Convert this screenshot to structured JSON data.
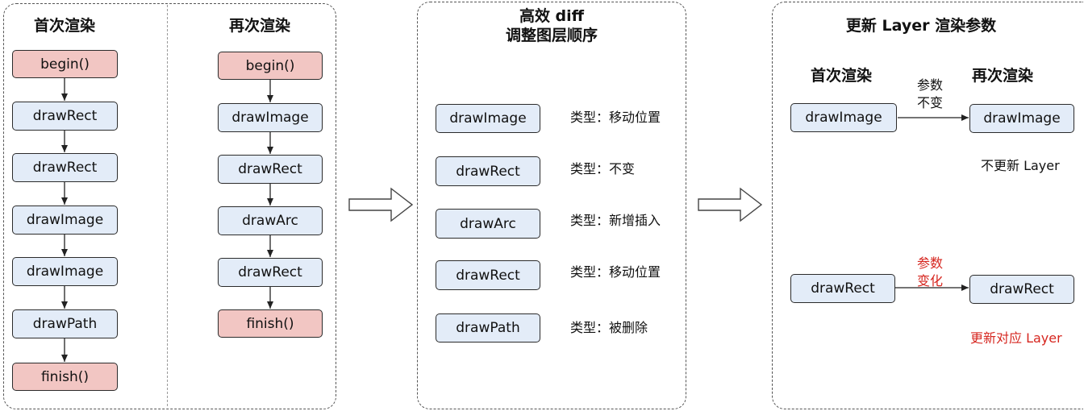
{
  "colors": {
    "box_fill": "#e3ecf8",
    "terminal_fill": "#f2c6c3",
    "highlight": "#d6261f"
  },
  "panel1": {
    "first_title": "首次渲染",
    "second_title": "再次渲染",
    "first_steps": [
      "begin()",
      "drawRect",
      "drawRect",
      "drawImage",
      "drawImage",
      "drawPath",
      "finish()"
    ],
    "second_steps": [
      "begin()",
      "drawImage",
      "drawRect",
      "drawArc",
      "drawRect",
      "finish()"
    ]
  },
  "panel2": {
    "title_line1": "高效 diff",
    "title_line2": "调整图层顺序",
    "rows": [
      {
        "op": "drawImage",
        "type": "类型：移动位置"
      },
      {
        "op": "drawRect",
        "type": "类型：不变"
      },
      {
        "op": "drawArc",
        "type": "类型：新增插入"
      },
      {
        "op": "drawRect",
        "type": "类型：移动位置"
      },
      {
        "op": "drawPath",
        "type": "类型：被删除"
      }
    ]
  },
  "panel3": {
    "title": "更新 Layer 渲染参数",
    "first_col": "首次渲染",
    "second_col": "再次渲染",
    "case1": {
      "from": "drawImage",
      "to": "drawImage",
      "label_line1": "参数",
      "label_line2": "不变",
      "result": "不更新 Layer"
    },
    "case2": {
      "from": "drawRect",
      "to": "drawRect",
      "label_line1": "参数",
      "label_line2": "变化",
      "result": "更新对应 Layer"
    }
  },
  "icons": {
    "flow_arrow": "hollow-right-arrow-icon"
  }
}
